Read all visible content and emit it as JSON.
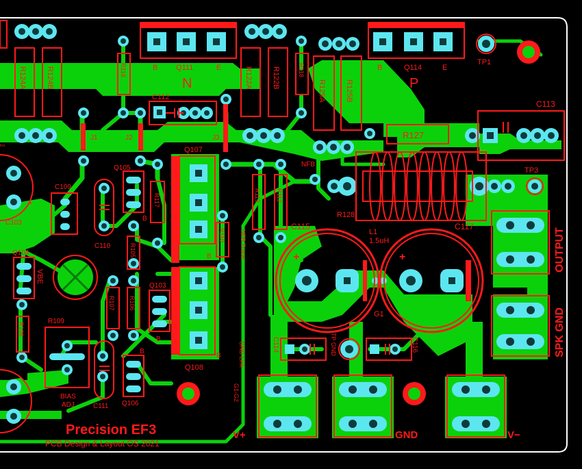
{
  "board": {
    "title": "Precision EF3",
    "credit": "PCB Design & Layout OS 2021",
    "colors": {
      "background": "#000000",
      "copper": "#0bd10b",
      "pads": "#5ce6f0",
      "silkscreen": "#ff1a1a",
      "board_edge": "#ffffff"
    }
  },
  "labels": {
    "r124a": "R124A",
    "r124b": "R124B",
    "r116": "R116",
    "r122a": "R122A",
    "r122b": "R122B",
    "r118": "R118",
    "r125a": "R125A",
    "r125b": "R125B",
    "r127": "R127",
    "q111": "Q111",
    "q111_b": "B",
    "q111_e": "E",
    "q111_type": "N",
    "q114": "Q114",
    "q114_b": "B",
    "q114_e": "E",
    "q114_type": "P",
    "tp1": "TP1",
    "tp3": "TP3",
    "c112": "C112",
    "c113": "C113",
    "j1": "J1",
    "j2": "J2",
    "j3": "J3",
    "q107": "Q107",
    "q108": "Q108",
    "q105": "Q105",
    "q103": "Q103",
    "q104": "Q104",
    "q106": "Q106",
    "c109": "C109",
    "c110": "C110",
    "c103": "C103",
    "c111": "C111",
    "r117": "R117",
    "r105": "R105",
    "r107": "R107",
    "r106": "R106",
    "r108": "R108",
    "r109": "R109",
    "r110": "R110",
    "r113": "R113",
    "r112": "R112",
    "nfb": "NFB",
    "r128": "R128",
    "l1": "L1",
    "l1_val": "1.5uH",
    "c115": "C115",
    "c117": "C117",
    "g1": "G1",
    "c114": "C114",
    "c116": "C116",
    "tp_gnd": "TP GND",
    "output": "OUTPUT",
    "spk_gnd": "SPK GND",
    "vbe": "VBE",
    "bias": "BIAS",
    "adj": "ADJ",
    "nfb_trace": "NFB Trace",
    "gnd_link": "GND Link",
    "g1g2": "G1-G2",
    "vplus": "V+",
    "gnd": "GND",
    "vminus": "V−",
    "base": "B",
    "plus": "+",
    "partial_tics": "tics"
  }
}
